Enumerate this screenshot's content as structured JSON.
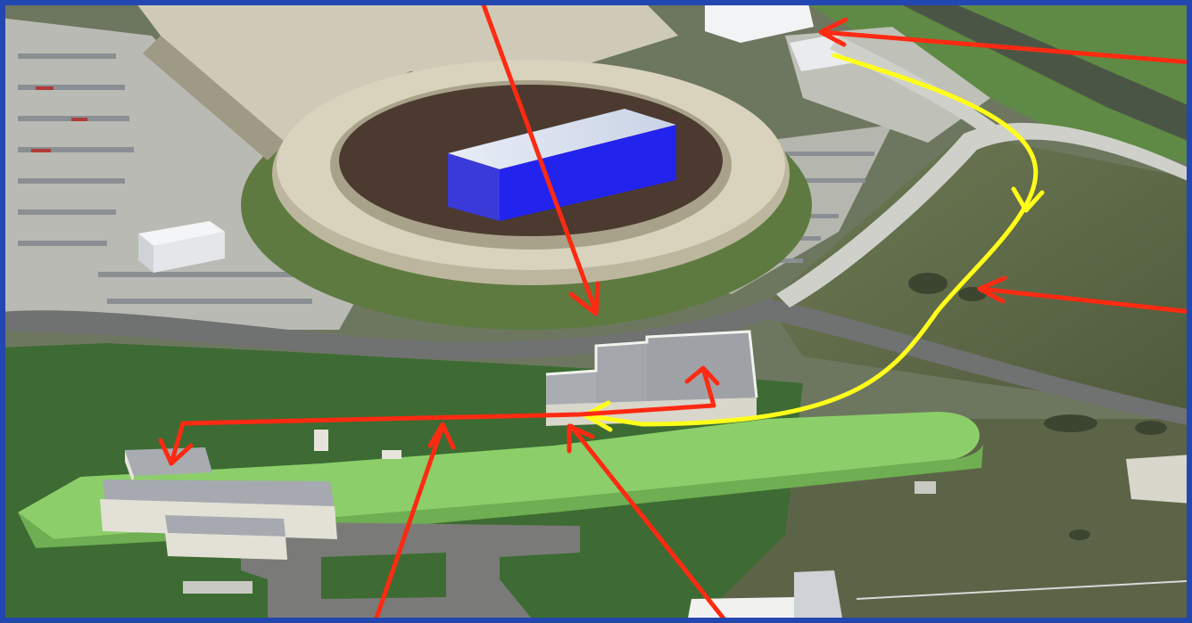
{
  "colors": {
    "frame_blue": "#2347b0",
    "arrow_red": "#ff2a12",
    "beam_yellow": "#ffff1a",
    "hall_blue": "#2323ee",
    "grass_dark": "#3d6b33",
    "grass_light": "#8ccf6a",
    "asphalt": "#6f7271",
    "ring_tan": "#d6cfb8"
  },
  "scene": {
    "kind": "aerial rendering of accelerator facility",
    "annotation_arrows_red": 7,
    "annotation_paths_yellow": 1
  }
}
